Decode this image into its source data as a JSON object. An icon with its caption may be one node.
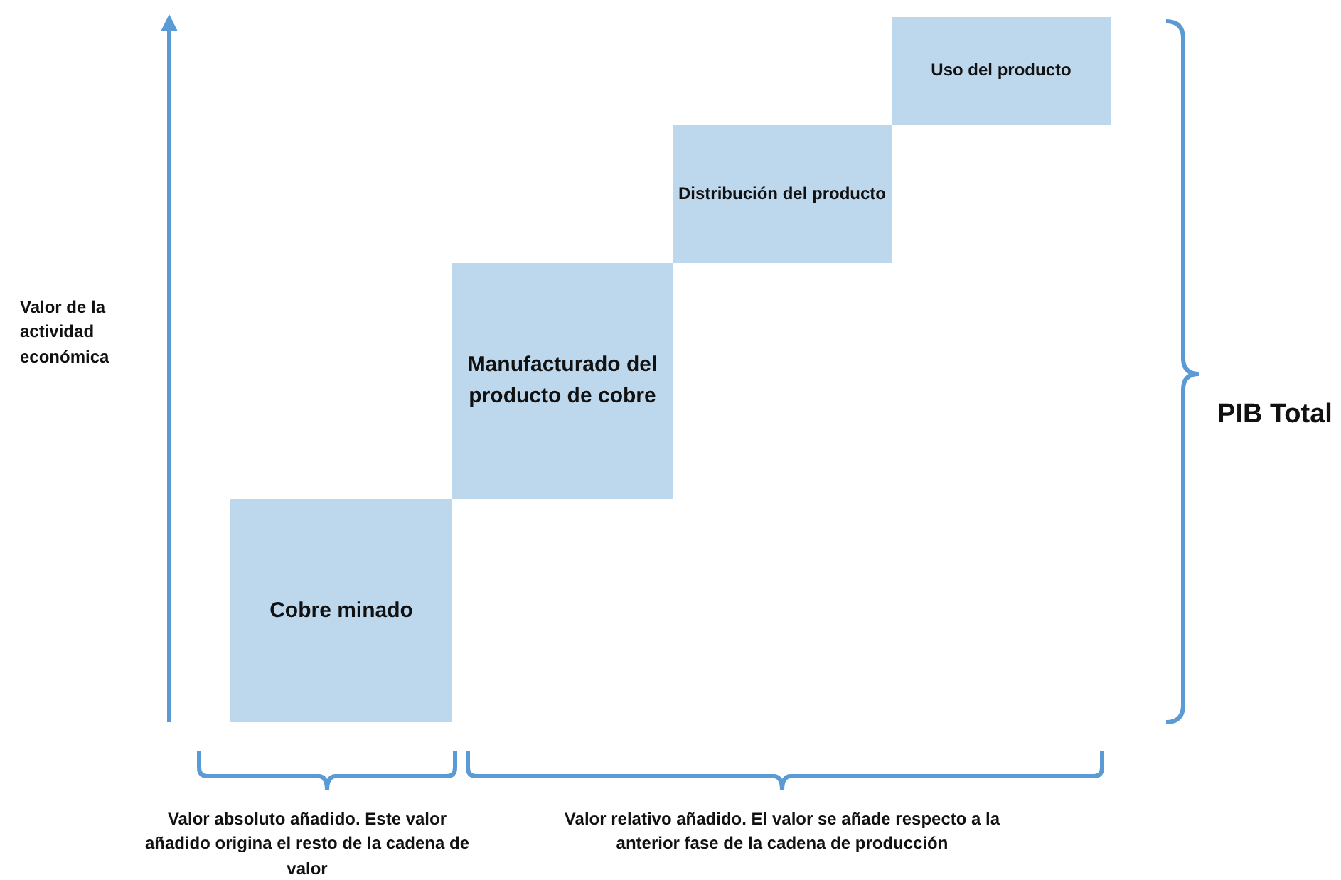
{
  "diagram": {
    "nodes": [
      {
        "text": [
          "Cobre minado"
        ]
      },
      {
        "text": [
          "Manufacturado del producto de cobre"
        ]
      },
      {
        "text": [
          "Distribución del producto"
        ]
      },
      {
        "text": [
          "Uso del producto"
        ]
      }
    ],
    "labels": [
      "Valor de la actividad económica",
      "PIB Total",
      "Valor absoluto añadido. Este valor añadido origina el resto de la cadena de valor",
      "Valor relativo añadido. El valor se añade respecto a la anterior fase de la cadena de producción"
    ]
  }
}
